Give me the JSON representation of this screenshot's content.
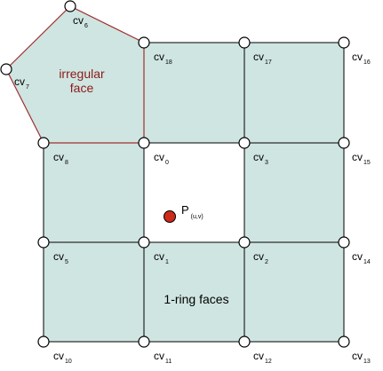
{
  "colors": {
    "face_fill": "#cfe5e1",
    "center_face_fill": "#ffffff",
    "irregular_edge": "#a03030",
    "irregular_text": "#8b1a1a",
    "point_fill": "#cc2a1a"
  },
  "labels": {
    "irregular_face_line1": "irregular",
    "irregular_face_line2": "face",
    "ring_faces": "1-ring faces",
    "point_main": "P",
    "point_sub": "(u,v)"
  },
  "vertices": [
    {
      "prefix": "cv",
      "sub": "0"
    },
    {
      "prefix": "cv",
      "sub": "1"
    },
    {
      "prefix": "cv",
      "sub": "2"
    },
    {
      "prefix": "cv",
      "sub": "3"
    },
    {
      "prefix": "cv",
      "sub": "5"
    },
    {
      "prefix": "cv",
      "sub": "6"
    },
    {
      "prefix": "cv",
      "sub": "7"
    },
    {
      "prefix": "cv",
      "sub": "8"
    },
    {
      "prefix": "cv",
      "sub": "10"
    },
    {
      "prefix": "cv",
      "sub": "11"
    },
    {
      "prefix": "cv",
      "sub": "12"
    },
    {
      "prefix": "cv",
      "sub": "13"
    },
    {
      "prefix": "cv",
      "sub": "14"
    },
    {
      "prefix": "cv",
      "sub": "15"
    },
    {
      "prefix": "cv",
      "sub": "16"
    },
    {
      "prefix": "cv",
      "sub": "17"
    },
    {
      "prefix": "cv",
      "sub": "18"
    }
  ]
}
